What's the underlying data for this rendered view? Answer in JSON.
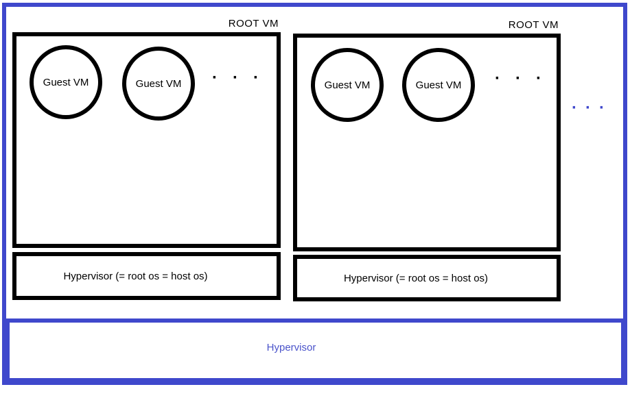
{
  "colors": {
    "accent": "#3F48CC",
    "accent_text": "#4A53CA",
    "line": "#000000"
  },
  "root_vms": [
    {
      "label": "ROOT VM",
      "guest_vms": [
        "Guest VM",
        "Guest VM"
      ],
      "more_guests_ellipsis": "···",
      "hypervisor_label": "Hypervisor (= root os = host os)"
    },
    {
      "label": "ROOT VM",
      "guest_vms": [
        "Guest VM",
        "Guest VM"
      ],
      "more_guests_ellipsis": "···",
      "hypervisor_label": "Hypervisor (= root os = host os)"
    }
  ],
  "more_root_vms_ellipsis": "···",
  "host_hypervisor": {
    "label": "Hypervisor"
  }
}
